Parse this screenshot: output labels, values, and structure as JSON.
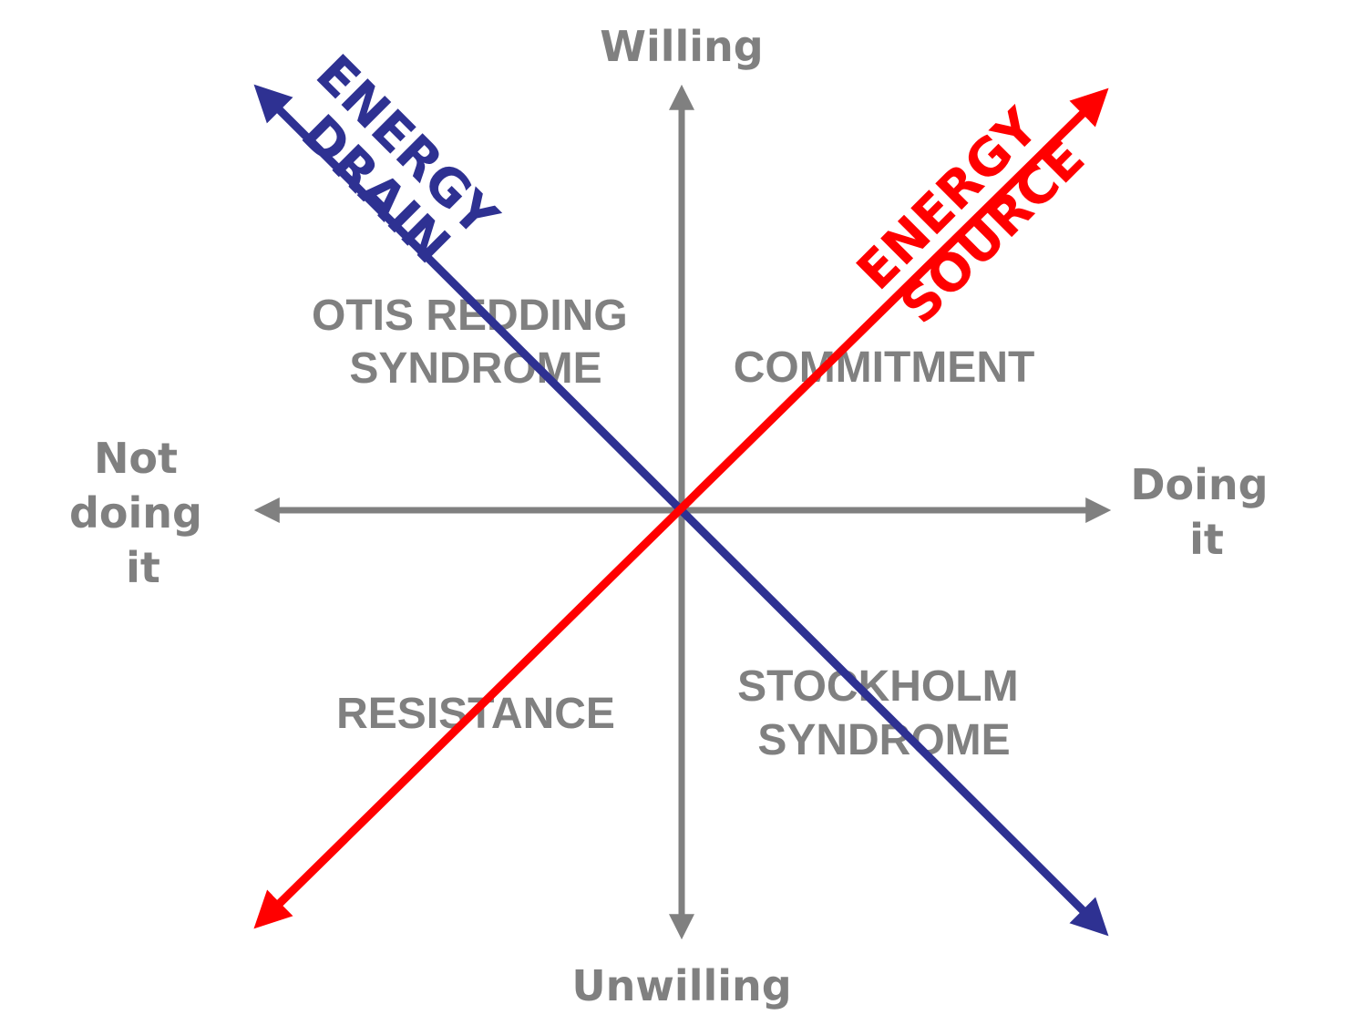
{
  "axes": {
    "top": "Willing",
    "bottom": "Unwilling",
    "left": [
      "Not",
      "doing",
      "it"
    ],
    "right": [
      "Doing",
      "it"
    ]
  },
  "quadrants": {
    "top_left": [
      "OTIS REDDING",
      "SYNDROME"
    ],
    "top_right": [
      "COMMITMENT"
    ],
    "bottom_left": [
      "RESISTANCE"
    ],
    "bottom_right": [
      "STOCKHOLM",
      "SYNDROME"
    ]
  },
  "diagonals": {
    "drain": {
      "lines": [
        "ENERGY",
        "DRAIN"
      ],
      "color": "#2e3192"
    },
    "source": {
      "lines": [
        "ENERGY",
        "SOURCE"
      ],
      "color": "#ff0000"
    }
  },
  "colors": {
    "axis": "#808080"
  }
}
